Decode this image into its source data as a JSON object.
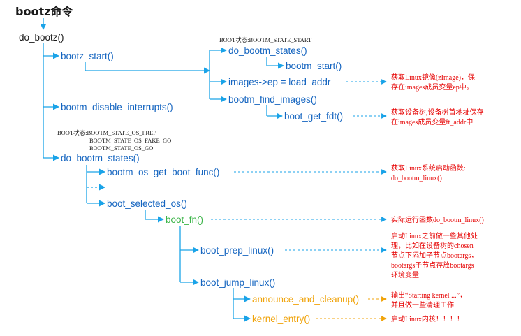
{
  "title": "bootz命令",
  "colors": {
    "black": "#1a1a1a",
    "blue": "#1565c0",
    "cyan": "#1aa3e8",
    "green": "#3db54a",
    "orange": "#f0a30a",
    "red": "#e60000"
  },
  "nodes": {
    "do_bootz": "do_bootz()",
    "bootz_start": "bootz_start()",
    "do_bootm_states_1": "do_bootm_states()",
    "bootm_start": "bootm_start()",
    "images_ep": "images->ep = load_addr",
    "bootm_find_images": "bootm_find_images()",
    "boot_get_fdt": "boot_get_fdt()",
    "bootm_disable_interrupts": "bootm_disable_interrupts()",
    "do_bootm_states_2": "do_bootm_states()",
    "bootm_os_get_boot_func": "bootm_os_get_boot_func()",
    "boot_selected_os": "boot_selected_os()",
    "boot_fn": "boot_fn()",
    "boot_prep_linux": "boot_prep_linux()",
    "boot_jump_linux": "boot_jump_linux()",
    "announce_and_cleanup": "announce_and_cleanup()",
    "kernel_entry": "kernel_entry()"
  },
  "state_notes": {
    "start": "BOOT状态:BOOTM_STATE_START",
    "os": [
      "BOOT状态:BOOTM_STATE_OS_PREP",
      "BOOTM_STATE_OS_FAKE_GO",
      "BOOTM_STATE_OS_GO"
    ]
  },
  "annotations": {
    "images_ep": [
      "获取Linux镜像(zImage)，保",
      "存在images成员变量ep中。"
    ],
    "boot_get_fdt": [
      "获取设备树,设备树首地址保存",
      "在images成员变量ft_addr中"
    ],
    "get_boot_func": [
      "获取Linux系统启动函数:",
      "do_bootm_linux()"
    ],
    "boot_fn": [
      "实际运行函数do_bootm_linux()"
    ],
    "boot_prep_linux": [
      "启动Linux之前做一些其他处",
      "理，比如在设备树的chosen",
      "节点下添加子节点bootargs，",
      "bootargs子节点存放bootargs",
      "环境变量"
    ],
    "announce": [
      "输出“Starting kernel ...”，",
      "并且做一些清理工作"
    ],
    "kernel_entry": [
      "启动Linux内核！！！！"
    ]
  }
}
